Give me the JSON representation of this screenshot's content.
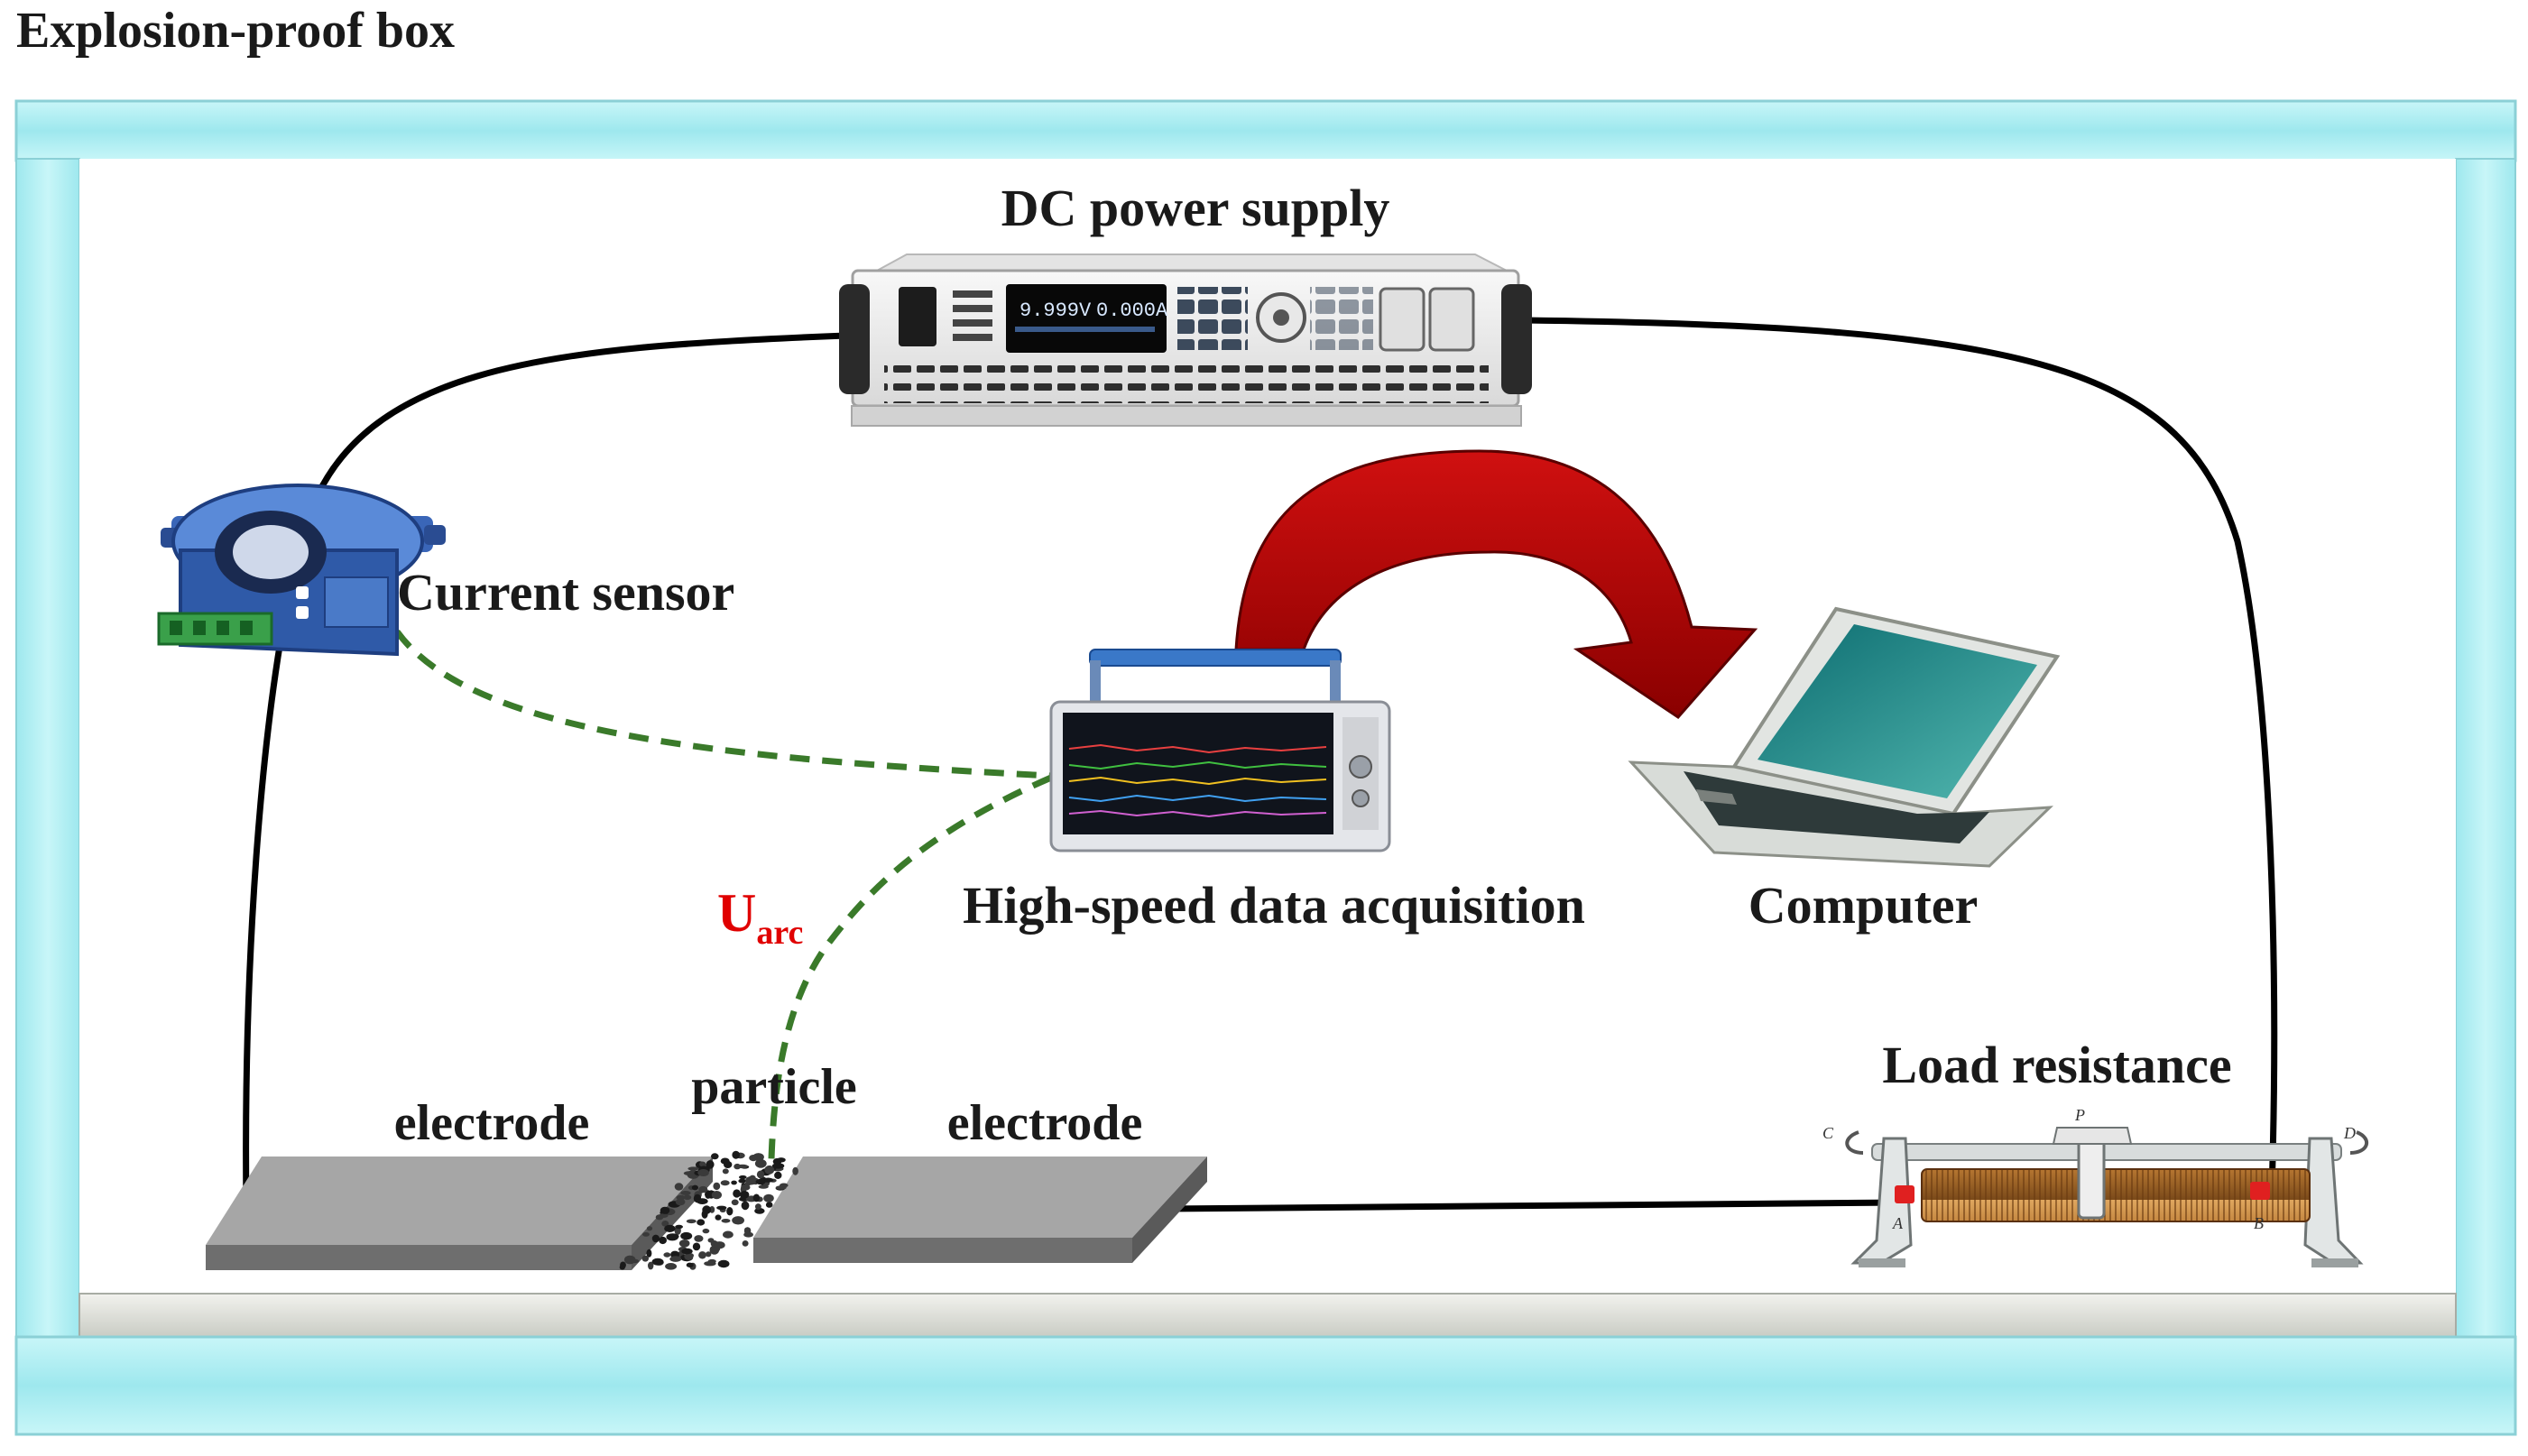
{
  "box_title": "Explosion-proof box",
  "labels": {
    "dc_power_supply": "DC power supply",
    "current_sensor": "Current sensor",
    "daq": "High-speed data acquisition",
    "computer": "Computer",
    "load_resistance": "Load resistance",
    "electrode_left": "electrode",
    "electrode_right": "electrode",
    "particle": "particle",
    "u_arc_main": "U",
    "u_arc_sub": "arc"
  },
  "device_text": {
    "psu_voltage": "9.999V",
    "psu_current": "0.000A"
  },
  "rheostat_letters": {
    "c": "C",
    "p": "P",
    "d": "D",
    "a": "A",
    "b": "B"
  },
  "colors": {
    "box_frame": "#aef0f4",
    "wire": "#000000",
    "signal_dash": "#3a7a2a",
    "arrow": "#b00000",
    "u_arc": "#e00000",
    "electrode": "#8c8c8c"
  }
}
